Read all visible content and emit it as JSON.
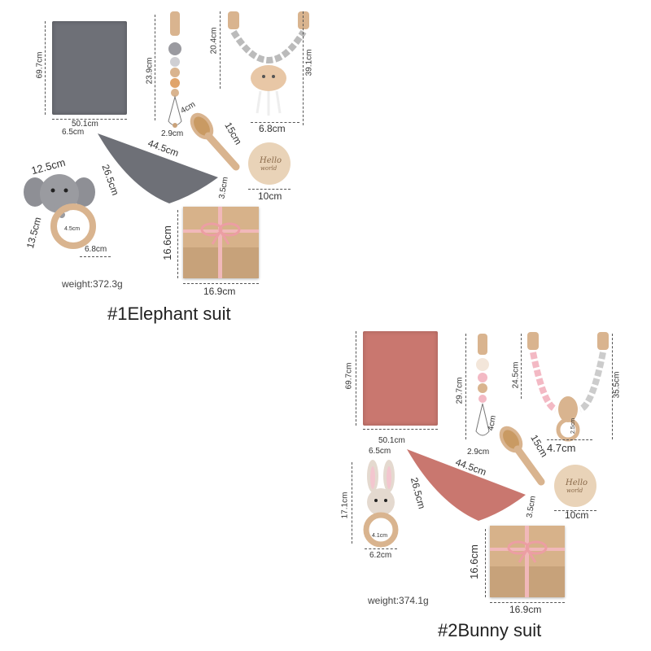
{
  "sets": [
    {
      "caption": "#1Elephant suit",
      "weight": "weight:372.3g",
      "colors": {
        "fabric": "#6e7077",
        "accent": "#b9b9bd"
      },
      "dims": {
        "blanket_h": "69.7cm",
        "blanket_w": "50.1cm",
        "pacifier_h": "23.9cm",
        "pacifier_bead": "2.9cm",
        "pacifier_loop": "4cm",
        "mobile_h1": "20.4cm",
        "mobile_h2": "39.1cm",
        "mobile_w": "6.8cm",
        "bib_small": "6.5cm",
        "bib_long": "44.5cm",
        "bib_side": "26.5cm",
        "bib_tip": "3.5cm",
        "brush": "15cm",
        "card": "10cm",
        "rattle_w": "12.5cm",
        "rattle_h": "13.5cm",
        "rattle_ring": "6.8cm",
        "rattle_inner": "4.5cm",
        "box_h": "16.6cm",
        "box_w": "16.9cm"
      },
      "card_text": [
        "Hello",
        "world"
      ]
    },
    {
      "caption": "#2Bunny suit",
      "weight": "weight:374.1g",
      "colors": {
        "fabric": "#c9776f",
        "accent": "#f3b9c4"
      },
      "dims": {
        "blanket_h": "69.7cm",
        "blanket_w": "50.1cm",
        "pacifier_h": "29.7cm",
        "pacifier_bead": "2.9cm",
        "pacifier_loop": "4cm",
        "mobile_h1": "24.5cm",
        "mobile_h2": "35.5cm",
        "mobile_w": "4.7cm",
        "mobile_ring": "2.5cm",
        "bib_small": "6.5cm",
        "bib_long": "44.5cm",
        "bib_side": "26.5cm",
        "bib_tip": "3.5cm",
        "brush": "15cm",
        "card": "10cm",
        "rattle_h": "17.1cm",
        "rattle_ring": "6.2cm",
        "rattle_inner": "4.1cm",
        "box_h": "16.6cm",
        "box_w": "16.9cm"
      },
      "card_text": [
        "Hello",
        "world"
      ]
    }
  ]
}
